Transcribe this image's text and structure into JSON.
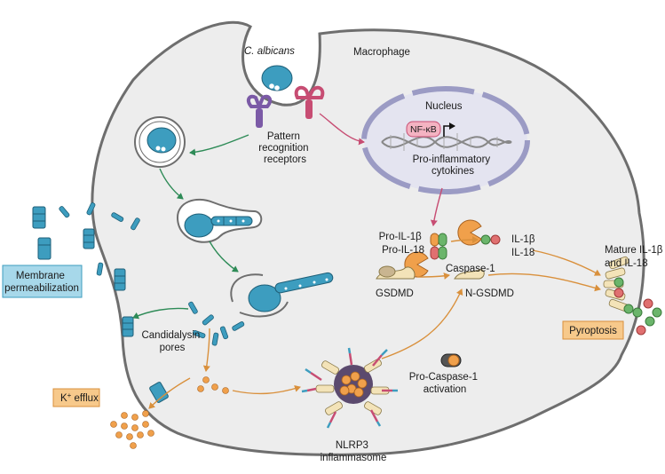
{
  "labels": {
    "c_albicans": "C. albicans",
    "macrophage": "Macrophage",
    "nucleus": "Nucleus",
    "nfkb": "NF-κB",
    "pattern_recognition_receptors": [
      "Pattern",
      "recognition",
      "receptors"
    ],
    "pro_inflammatory_cytokines": [
      "Pro-inflammatory",
      "cytokines"
    ],
    "pro_il": [
      "Pro-IL-1β",
      "Pro-IL-18"
    ],
    "caspase1": "Caspase-1",
    "il": [
      "IL-1β",
      "IL-18"
    ],
    "mature_il": [
      "Mature IL-1β",
      "and IL-18"
    ],
    "gsdmd": "GSDMD",
    "n_gsdmd": "N-GSDMD",
    "membrane_permeabilization": [
      "Membrane",
      "permeabilization"
    ],
    "candidalysin_pores": [
      "Candidalysin",
      "pores"
    ],
    "k_efflux": "K",
    "k_efflux_sup": "+",
    "k_efflux_suffix": " efflux",
    "pro_caspase1": [
      "Pro-Caspase-1",
      "activation"
    ],
    "nlrp3": [
      "NLRP3",
      "inflammasome"
    ],
    "pyroptosis": "Pyroptosis"
  },
  "colors": {
    "cell_fill": "#ededed",
    "cell_stroke": "#6e6e6e",
    "fungus": "#3d9dbf",
    "fungus_light": "#bfe3ef",
    "receptor_purple": "#7b5aa6",
    "receptor_pink": "#c74d73",
    "arrow_green": "#2e8b57",
    "arrow_pink": "#c74d73",
    "arrow_orange": "#d9903c",
    "potassium": "#f0a04b",
    "box_blue": "#a7d8ea",
    "box_orange": "#f7c98b",
    "nucleus_fill": "#e4e4f0",
    "nucleus_stroke": "#9b9bc4",
    "nfkb_fill": "#f4b3c2"
  }
}
